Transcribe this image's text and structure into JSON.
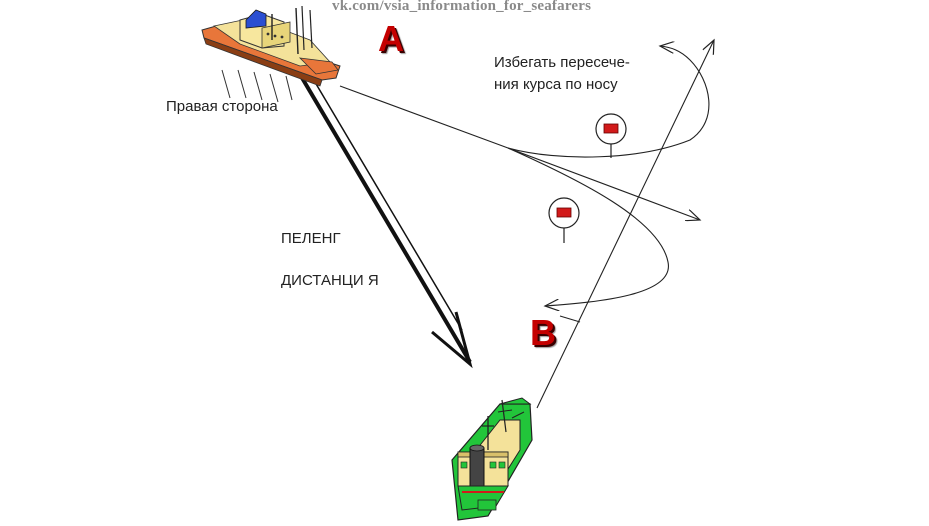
{
  "watermark": "vk.com/vsia_information_for_seafarers",
  "labels": {
    "ship_a": "A",
    "ship_b": "B",
    "starboard": "Правая сторона",
    "bearing": "ПЕЛЕНГ",
    "distance": "ДИСТАНЦИ Я",
    "avoid_line1": "Избегать пересече-",
    "avoid_line2": "ния курса по носу"
  },
  "colors": {
    "ship_a_hull": "#e8763a",
    "ship_a_deck": "#f4e29a",
    "ship_a_cabin": "#2b4fd1",
    "ship_b_hull": "#22c53a",
    "ship_b_deck": "#f4e29a",
    "ship_b_funnel": "#444444",
    "buoy_light": "#d21a1a",
    "letter": "#c40000",
    "line": "#222222"
  }
}
